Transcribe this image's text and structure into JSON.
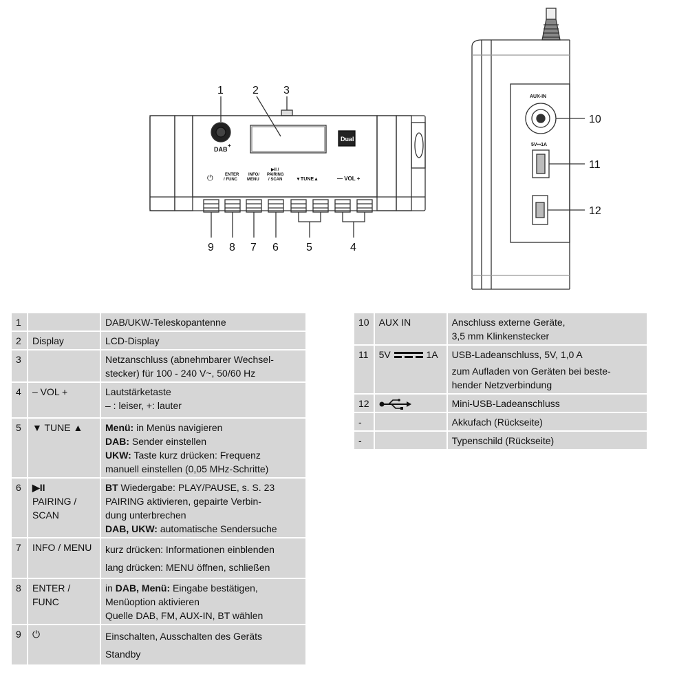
{
  "diagram": {
    "front_callouts": [
      "1",
      "2",
      "3",
      "9",
      "8",
      "7",
      "6",
      "5",
      "4"
    ],
    "side_callouts": [
      "10",
      "11",
      "12"
    ],
    "panel": {
      "dab_logo": "DAB",
      "dab_plus": "+",
      "brand": "Dual",
      "btn_enter_1": "ENTER",
      "btn_enter_2": "/ FUNC",
      "btn_info_1": "INFO/",
      "btn_info_2": "MENU",
      "btn_play_1": "▶II /",
      "btn_play_2": "PAIRING",
      "btn_play_3": "/ SCAN",
      "btn_tune": "▼TUNE▲",
      "btn_vol": "— VOL +",
      "aux_label": "AUX-IN",
      "usb_label": "5V⎓1A"
    }
  },
  "table_left": [
    {
      "num": "1",
      "name": [
        "",
        ""
      ],
      "desc": [
        {
          "text": "DAB/UKW-Teleskopantenne"
        }
      ]
    },
    {
      "num": "2",
      "name": [
        "Display"
      ],
      "desc": [
        {
          "text": "LCD-Display"
        }
      ]
    },
    {
      "num": "3",
      "name": [
        ""
      ],
      "desc": [
        {
          "text": "Netzanschluss (abnehmbarer Wechsel-"
        },
        {
          "text": "stecker) für 100 - 240 V~, 50/60 Hz"
        }
      ]
    },
    {
      "num": "4",
      "name": [
        "– VOL +"
      ],
      "desc": [
        {
          "text": "Lautstärketaste"
        },
        {
          "text": "– : leiser, +: lauter"
        }
      ]
    },
    {
      "num": "5",
      "name": [
        "▼ TUNE ▲"
      ],
      "desc": [
        {
          "bold": "Menü:",
          "text": " in Menüs navigieren"
        },
        {
          "bold": "DAB:",
          "text": " Sender einstellen"
        },
        {
          "bold": "UKW:",
          "text": " Taste kurz drücken: Frequenz"
        },
        {
          "text": "manuell einstellen (0,05 MHz-Schritte)"
        }
      ]
    },
    {
      "num": "6",
      "name": [
        "▶II",
        "PAIRING /",
        "SCAN"
      ],
      "desc": [
        {
          "bold": "BT",
          "text": " Wiedergabe: PLAY/PAUSE, s. S. 23"
        },
        {
          "text": "PAIRING aktivieren, gepairte Verbin-"
        },
        {
          "text": "dung unterbrechen"
        },
        {
          "bold": "DAB, UKW:",
          "text": " automatische Sendersuche"
        }
      ]
    },
    {
      "num": "7",
      "name": [
        "INFO / MENU"
      ],
      "desc": [
        {
          "text": "kurz drücken: Informationen einblenden"
        },
        {
          "text": "lang drücken: MENU öffnen, schließen"
        }
      ]
    },
    {
      "num": "8",
      "name": [
        "ENTER /",
        "FUNC"
      ],
      "desc": [
        {
          "text": "in "
        },
        {
          "text": "Menüoption aktivieren"
        },
        {
          "text": "Quelle DAB, FM, AUX-IN, BT wählen"
        }
      ]
    },
    {
      "num": "9",
      "name": [
        "⏻"
      ],
      "desc": [
        {
          "text": "Einschalten, Ausschalten des Geräts"
        },
        {
          "text": "Standby"
        }
      ]
    }
  ],
  "row8_bold": "DAB, Menü:",
  "row8_rest": " Eingabe bestätigen,",
  "table_right": [
    {
      "num": "10",
      "name": "AUX IN",
      "desc": [
        "Anschluss externe Geräte,",
        "3,5 mm Klinkenstecker"
      ]
    },
    {
      "num": "11",
      "name_pre": "5V",
      "name_post": "1A",
      "desc": [
        "USB-Ladeanschluss, 5V, 1,0 A",
        "zum Aufladen von Geräten bei beste-",
        "hender Netzverbindung"
      ]
    },
    {
      "num": "12",
      "name_icon": "usb-icon",
      "desc": [
        "Mini-USB-Ladeanschluss"
      ]
    },
    {
      "num": "-",
      "name": "",
      "desc": [
        "Akkufach (Rückseite)"
      ]
    },
    {
      "num": "-",
      "name": "",
      "desc": [
        "Typenschild (Rückseite)"
      ]
    }
  ]
}
